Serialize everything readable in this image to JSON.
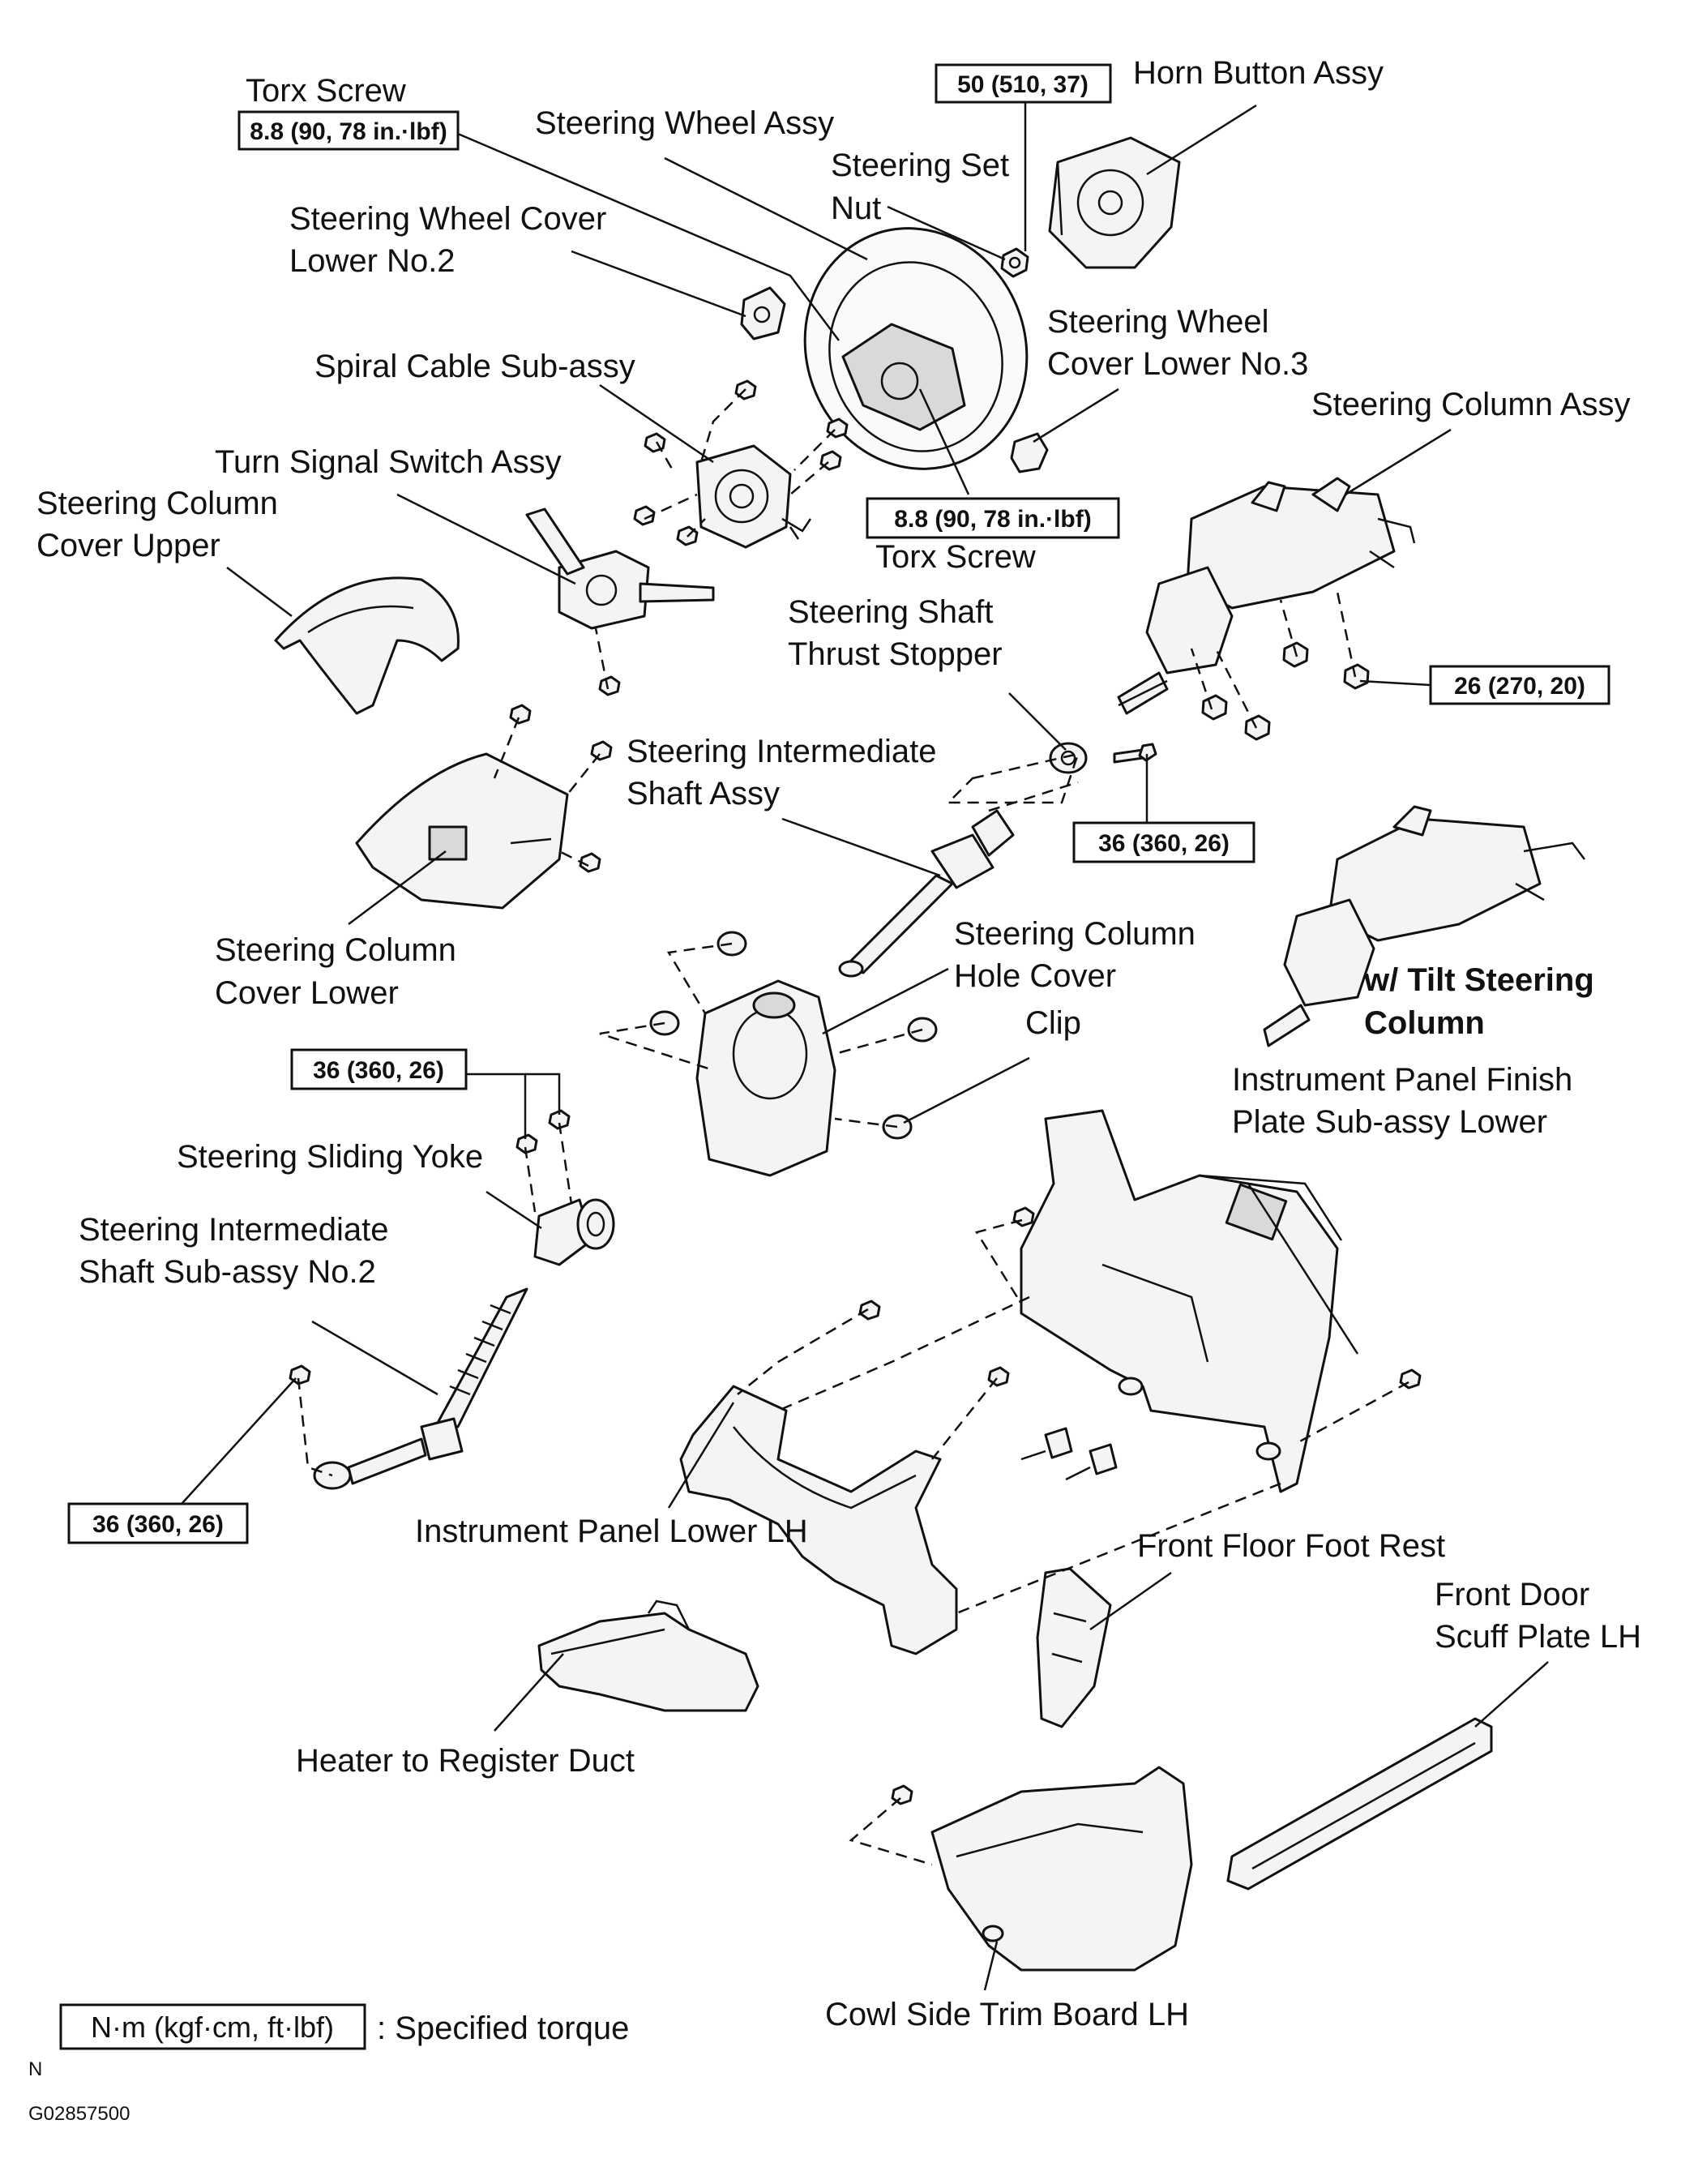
{
  "labels": {
    "torx_screw_top": "Torx Screw",
    "steering_wheel_assy": "Steering Wheel Assy",
    "steering_set_nut_1": "Steering Set",
    "steering_set_nut_2": "Nut",
    "horn_button_assy": "Horn Button Assy",
    "wheel_cover_lower_no2_1": "Steering Wheel Cover",
    "wheel_cover_lower_no2_2": "Lower No.2",
    "wheel_cover_lower_no3_1": "Steering Wheel",
    "wheel_cover_lower_no3_2": "Cover Lower No.3",
    "spiral_cable": "Spiral Cable Sub-assy",
    "steering_column_assy": "Steering Column Assy",
    "turn_signal_switch": "Turn Signal Switch Assy",
    "column_cover_upper_1": "Steering Column",
    "column_cover_upper_2": "Cover Upper",
    "torx_screw_mid": "Torx Screw",
    "thrust_stopper_1": "Steering Shaft",
    "thrust_stopper_2": "Thrust Stopper",
    "intermediate_shaft_1": "Steering Intermediate",
    "intermediate_shaft_2": "Shaft Assy",
    "column_cover_lower_1": "Steering Column",
    "column_cover_lower_2": "Cover Lower",
    "hole_cover_1": "Steering Column",
    "hole_cover_2": "Hole Cover",
    "clip": "Clip",
    "tilt_column_1": "w/ Tilt Steering",
    "tilt_column_2": "Column",
    "finish_plate_1": "Instrument Panel Finish",
    "finish_plate_2": "Plate Sub-assy Lower",
    "sliding_yoke": "Steering Sliding Yoke",
    "intermediate_no2_1": "Steering Intermediate",
    "intermediate_no2_2": "Shaft Sub-assy No.2",
    "panel_lower_lh": "Instrument Panel Lower LH",
    "foot_rest": "Front Floor Foot Rest",
    "scuff_plate_1": "Front Door",
    "scuff_plate_2": "Scuff Plate LH",
    "heater_duct": "Heater to Register Duct",
    "cowl_trim": "Cowl Side Trim Board LH"
  },
  "torques": {
    "torx_top": "8.8 (90, 78 in.·lbf)",
    "set_nut": "50 (510, 37)",
    "torx_mid": "8.8 (90, 78 in.·lbf)",
    "column_nut": "26 (270, 20)",
    "thrust_bolt": "36 (360, 26)",
    "yoke_bolts": "36 (360, 26)",
    "lower_bolt": "36 (360, 26)"
  },
  "legend": {
    "unit": "N·m (kgf·cm, ft·lbf)",
    "meaning": ": Specified torque"
  },
  "footer": {
    "letter": "N",
    "code": "G02857500"
  }
}
